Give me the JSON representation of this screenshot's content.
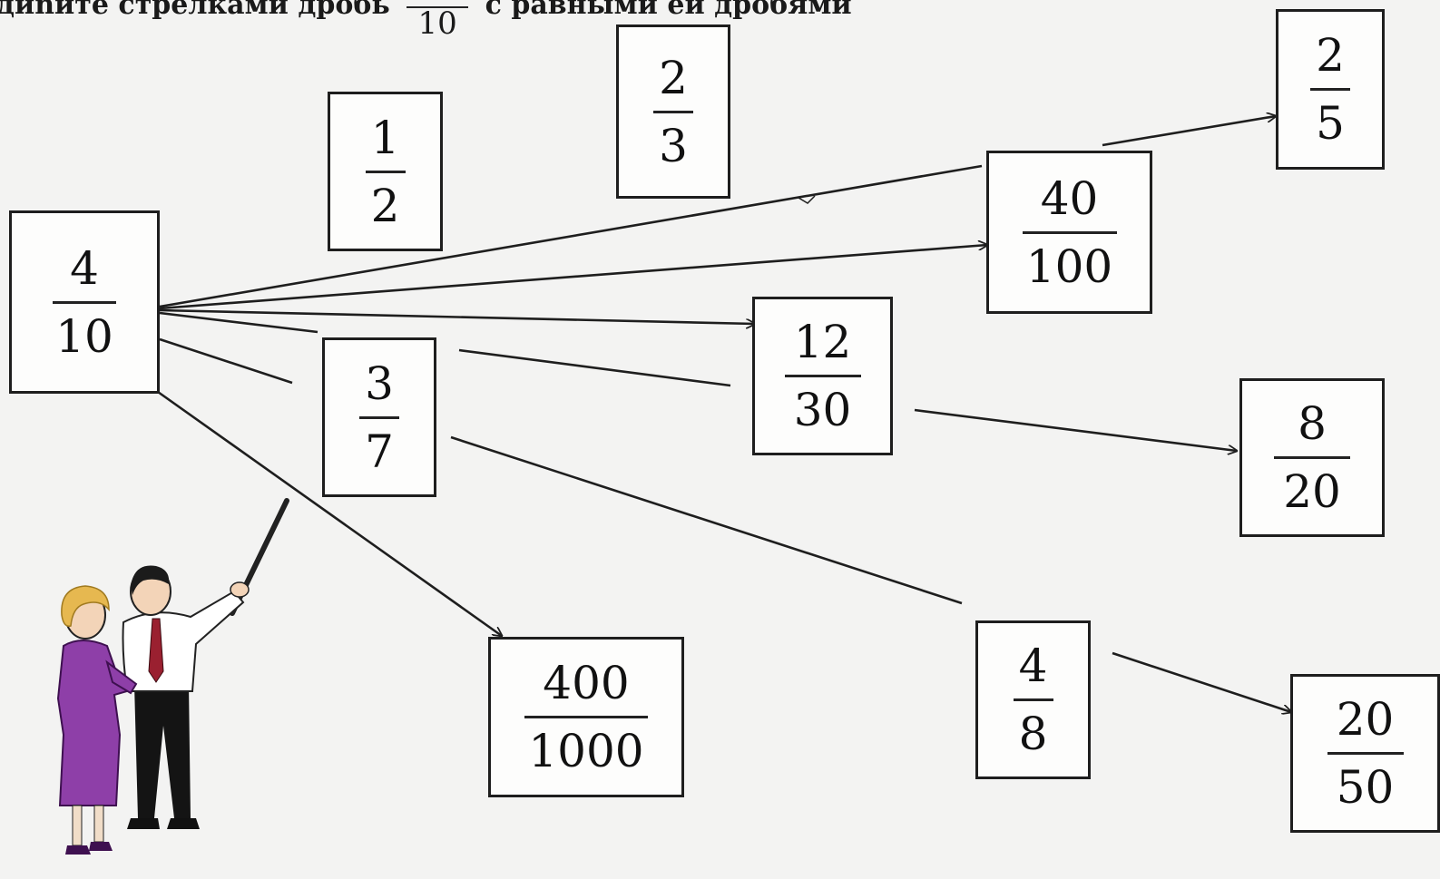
{
  "instruction": {
    "before": "диnите стрелками дробь",
    "fraction_denominator": "10",
    "after": "с равными ей дробями"
  },
  "fractions": {
    "source": {
      "num": "4",
      "den": "10"
    },
    "f_1_2": {
      "num": "1",
      "den": "2"
    },
    "f_2_3": {
      "num": "2",
      "den": "3"
    },
    "f_3_7": {
      "num": "3",
      "den": "7"
    },
    "f_12_30": {
      "num": "12",
      "den": "30"
    },
    "f_40_100": {
      "num": "40",
      "den": "100"
    },
    "f_2_5": {
      "num": "2",
      "den": "5"
    },
    "f_8_20": {
      "num": "8",
      "den": "20"
    },
    "f_4_8": {
      "num": "4",
      "den": "8"
    },
    "f_20_50": {
      "num": "20",
      "den": "50"
    },
    "f_400_1000": {
      "num": "400",
      "den": "1000"
    }
  },
  "colors": {
    "ink": "#1e1e1e",
    "paper": "#f3f3f2",
    "woman_suit": "#8e3fa8",
    "tie": "#9a2030"
  }
}
